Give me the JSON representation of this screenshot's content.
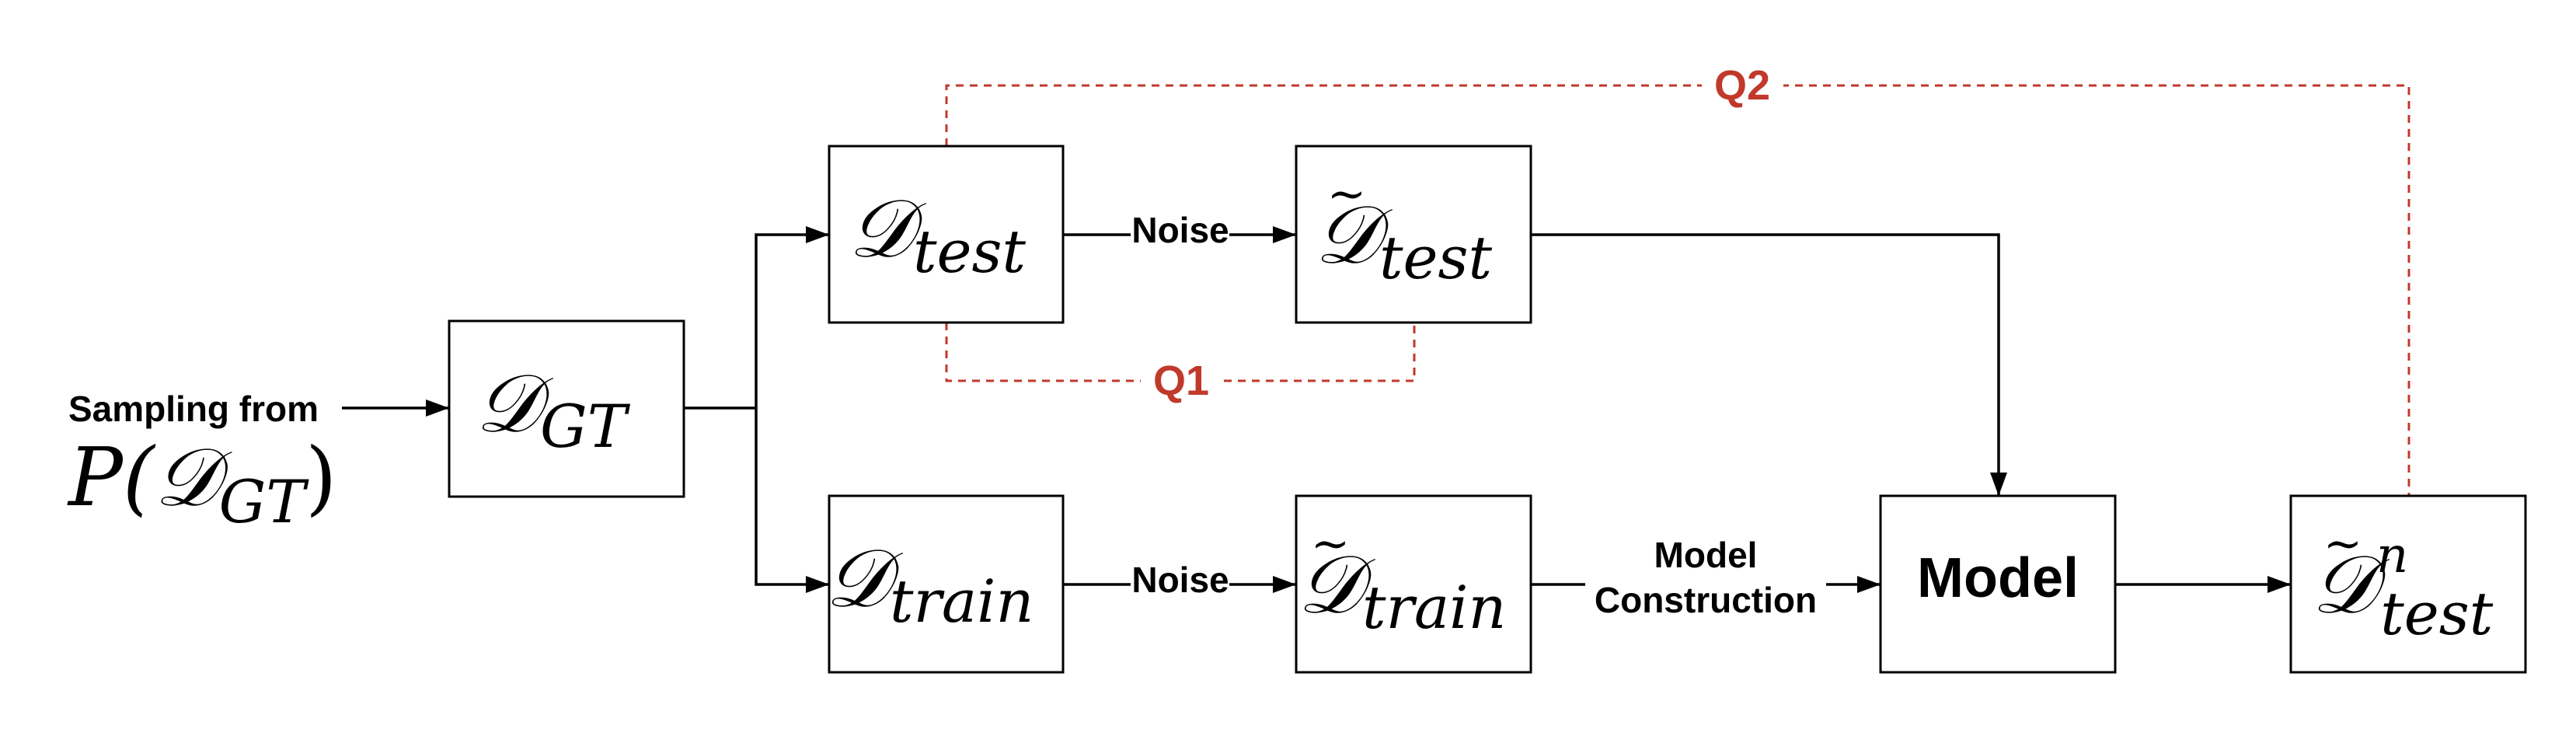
{
  "colors": {
    "box_stroke": "#000000",
    "arrow": "#000000",
    "question_color": "#c0392b"
  },
  "math_symbol": "𝒟",
  "tilde": "~",
  "source": {
    "label": "Sampling from",
    "distribution_prefix": "P(",
    "distribution_subscript": "GT",
    "distribution_suffix": ")"
  },
  "nodes": {
    "d_gt": {
      "subscript": "GT"
    },
    "d_test": {
      "subscript": "test"
    },
    "d_test_noisy": {
      "subscript": "test"
    },
    "d_train": {
      "subscript": "train"
    },
    "d_train_noisy": {
      "subscript": "train"
    },
    "model": {
      "label": "Model"
    },
    "d_test_pred": {
      "subscript": "test",
      "superscript": "n"
    }
  },
  "edges": {
    "noise_test_label": "Noise",
    "noise_train_label": "Noise",
    "model_construction_line1": "Model",
    "model_construction_line2": "Construction"
  },
  "questions": {
    "q1": "Q1",
    "q2": "Q2"
  }
}
